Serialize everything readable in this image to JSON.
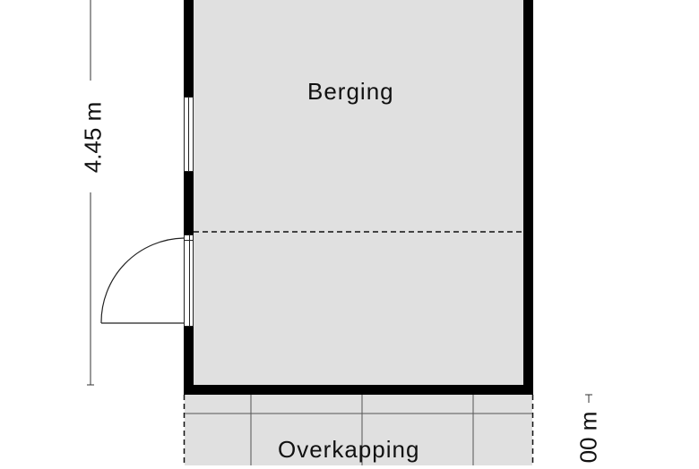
{
  "rooms": {
    "berging": {
      "label": "Berging"
    },
    "overkapping": {
      "label": "Overkapping"
    }
  },
  "dimensions": {
    "left_height": "4.45 m",
    "right_height": "00 m"
  },
  "colors": {
    "wall": "#000000",
    "floor": "#e0e0e0",
    "line": "#222222",
    "background": "#ffffff"
  }
}
